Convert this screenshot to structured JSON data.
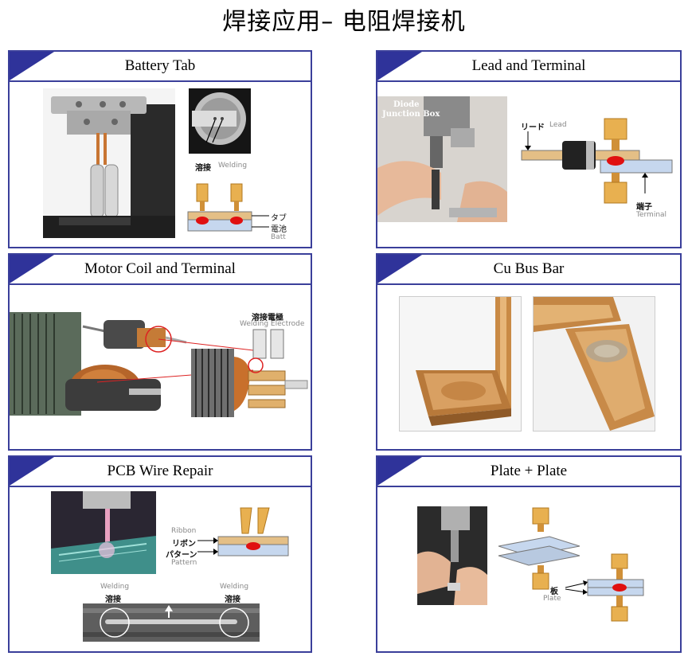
{
  "page": {
    "title": "焊接应用– 电阻焊接机"
  },
  "panels": {
    "battery_tab": {
      "title": "Battery Tab",
      "label_weld_jp": "溶接",
      "label_weld_en": "Welding",
      "label_tab": "タブ",
      "label_battery": "電池",
      "label_batt_cut": "Batt"
    },
    "lead_terminal": {
      "title": "Lead and Terminal",
      "photo_caption_1": "Diode",
      "photo_caption_2": "Junction Box",
      "label_lead_jp": "リード",
      "label_lead_en": "Lead",
      "label_terminal_jp": "端子",
      "label_terminal_en": "Terminal"
    },
    "motor_coil": {
      "title": "Motor Coil and Terminal",
      "label_electrode_jp": "溶接電極",
      "label_electrode_en": "Welding Electrode"
    },
    "cu_bus_bar": {
      "title": "Cu Bus Bar"
    },
    "pcb_wire": {
      "title": "PCB  Wire Repair",
      "label_ribbon_en": "Ribbon",
      "label_ribbon_jp": "リボン",
      "label_pattern_jp": "パターン",
      "label_pattern_en": "Pattern",
      "label_weld_left_en": "Welding",
      "label_weld_left_jp": "溶接",
      "label_weld_right_en": "Welding",
      "label_weld_right_jp": "溶接"
    },
    "plate_plate": {
      "title": "Plate + Plate",
      "label_plate_jp": "板",
      "label_plate_en": "Plate"
    }
  },
  "colors": {
    "frame": "#3a3f9a",
    "corner": "#2f339a",
    "copper": "#d9a35a",
    "weld": "#e01010",
    "work_blue": "#c6d7ee"
  }
}
